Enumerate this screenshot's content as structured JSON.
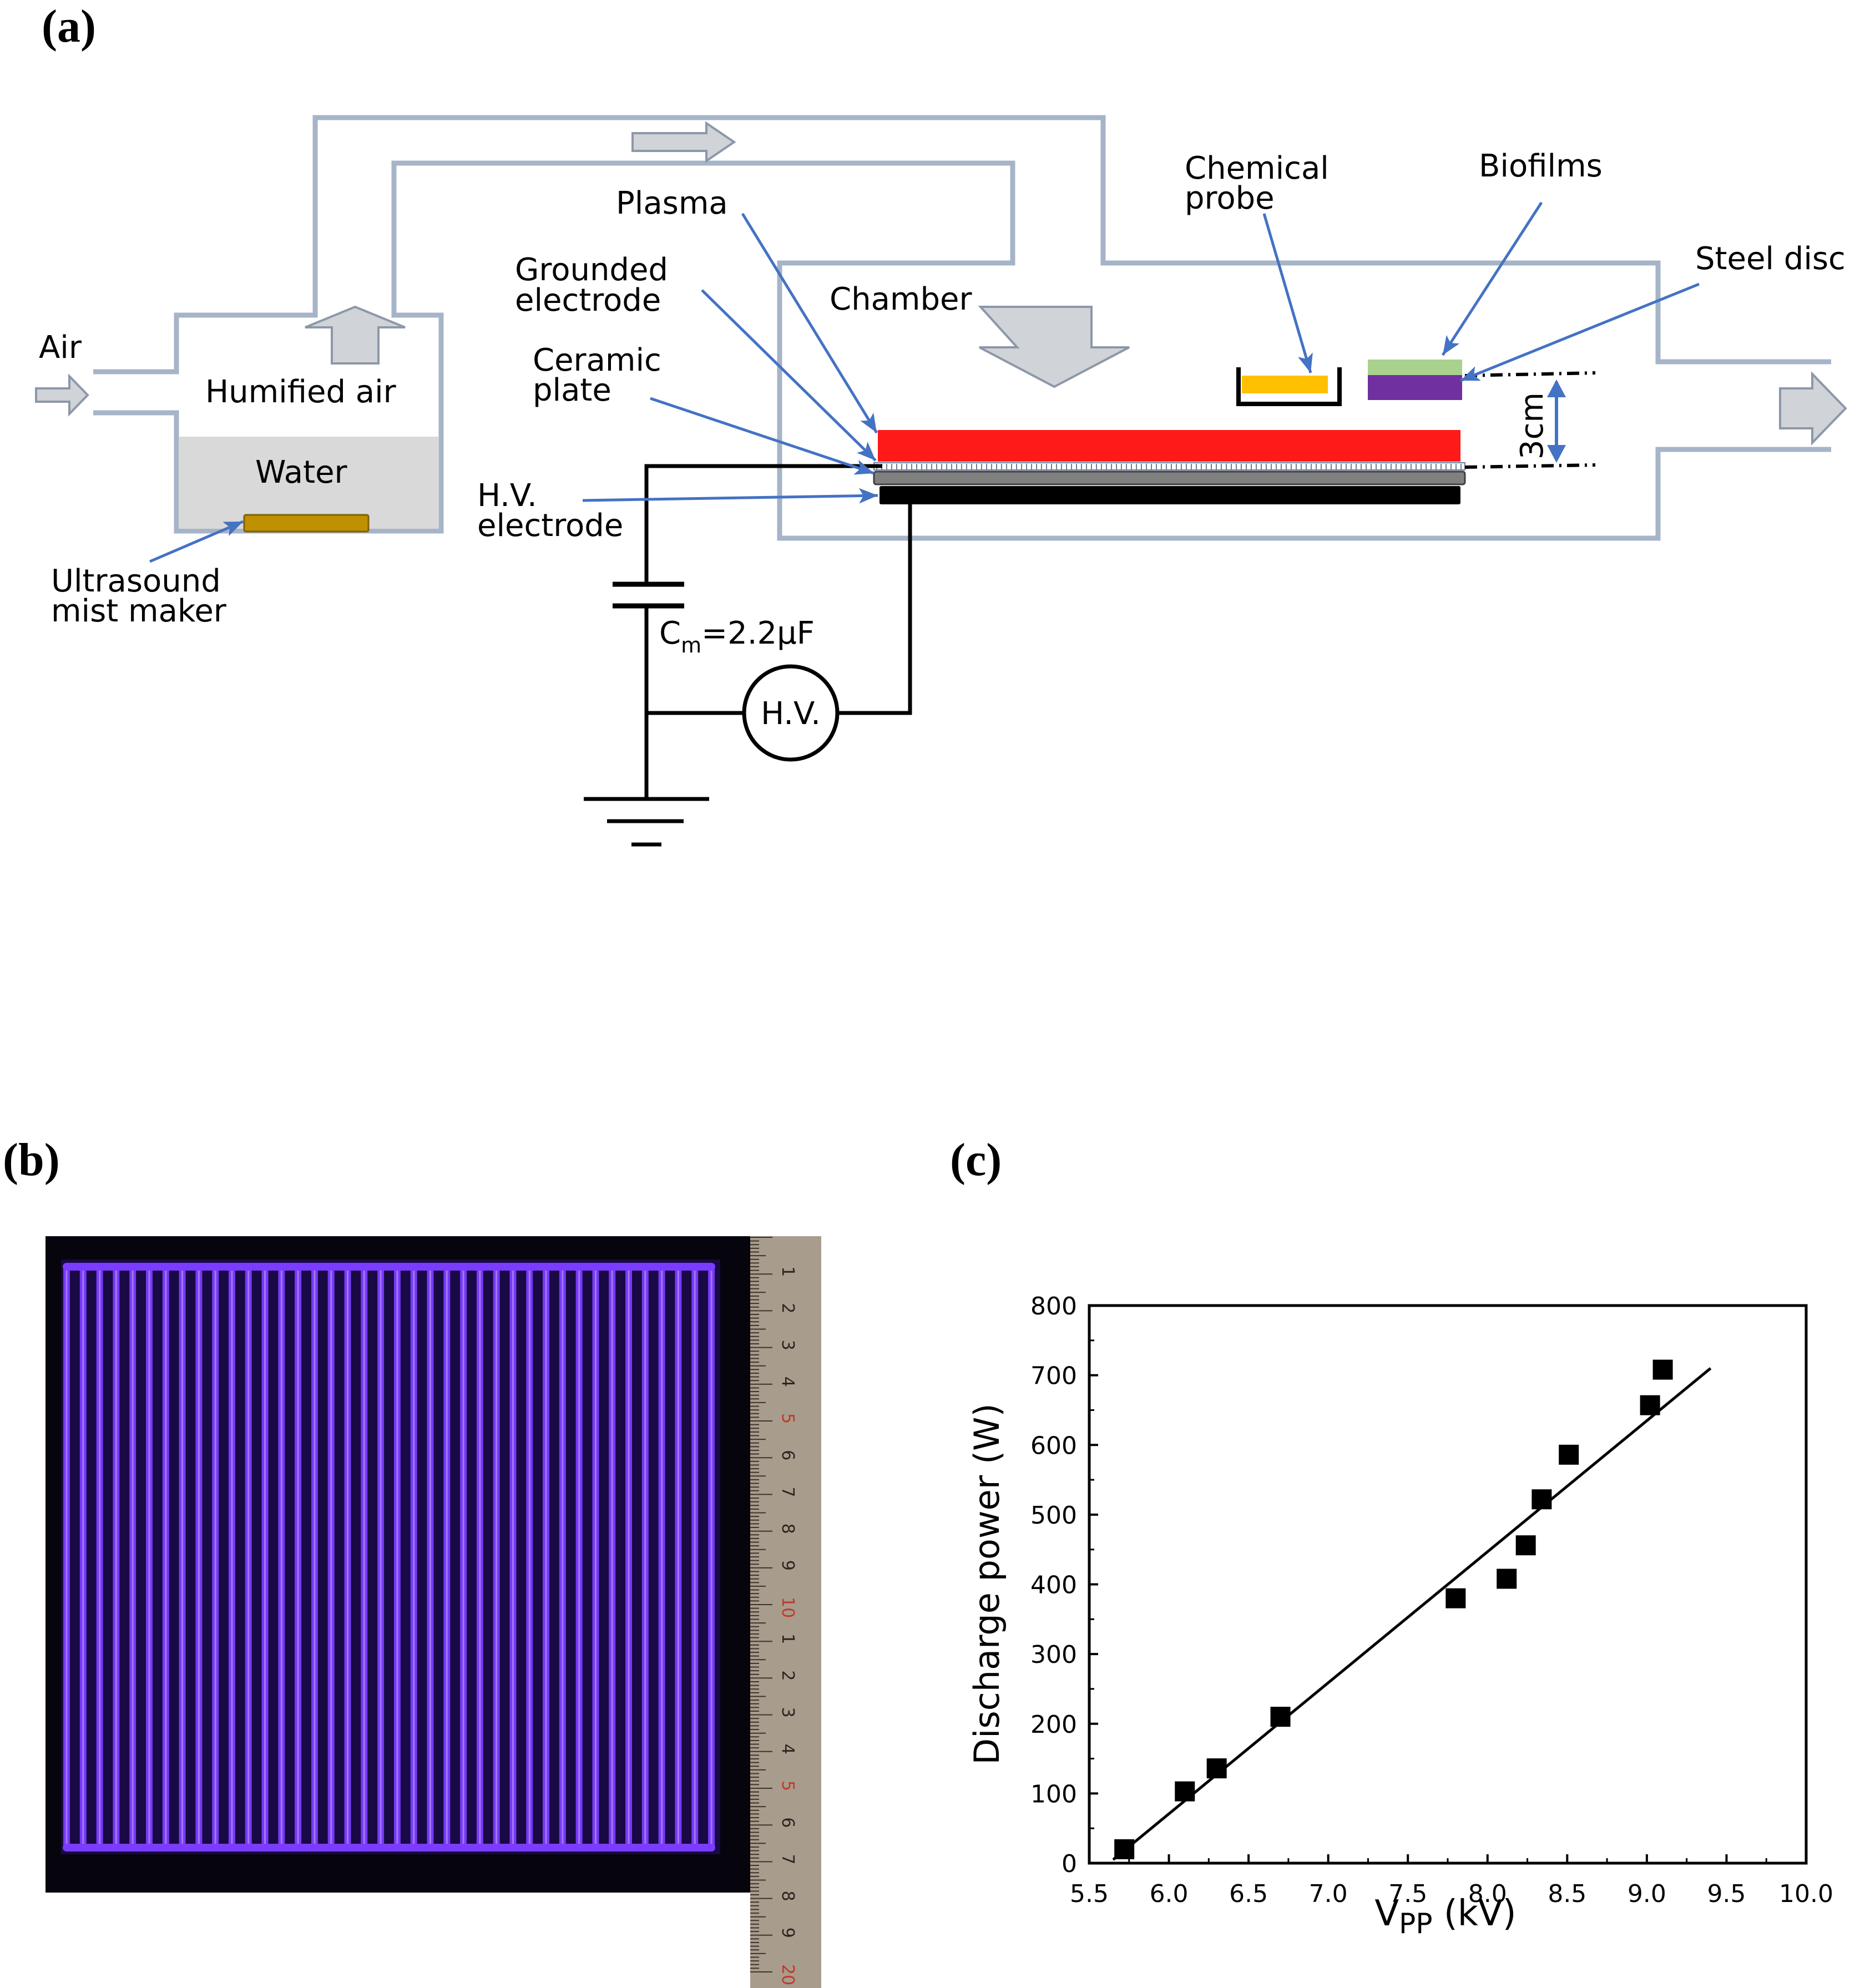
{
  "panels": {
    "a": "(a)",
    "b": "(b)",
    "c": "(c)"
  },
  "setup": {
    "air": "Air",
    "humified_air": "Humified air",
    "water": "Water",
    "mist_maker_line1": "Ultrasound",
    "mist_maker_line2": "mist maker",
    "plasma": "Plasma",
    "grounded_line1": "Grounded",
    "grounded_line2": "electrode",
    "ceramic_line1": "Ceramic",
    "ceramic_line2": "plate",
    "hv_electrode_line1": "H.V.",
    "hv_electrode_line2": "electrode",
    "chamber": "Chamber",
    "probe_line1": "Chemical",
    "probe_line2": "probe",
    "biofilms": "Biofilms",
    "steel_disc": "Steel disc",
    "gap": "3cm",
    "cap_prefix": "C",
    "cap_sub": "m",
    "cap_value": "=2.2μF",
    "hv_source": "H.V."
  },
  "photo": {
    "ruler_labels": [
      "1",
      "2",
      "3",
      "4",
      "5",
      "6",
      "7",
      "8",
      "9",
      "10",
      "1",
      "2",
      "3",
      "4",
      "5",
      "6",
      "7",
      "8",
      "9",
      "20"
    ],
    "ruler_highlight": [
      "5",
      "10",
      "5",
      "20"
    ]
  },
  "colors": {
    "plasma_red": "#ff1a1a",
    "probe_yellow": "#ffc000",
    "biofilm_green": "#a9d18e",
    "steel_purple": "#7030a0",
    "arrow_blue": "#4472c4",
    "pipe_gray": "#a6b4c8",
    "mist_maker": "#bf9000",
    "discharge_violet": "#7a3cff"
  },
  "chart_data": {
    "type": "scatter",
    "xlabel_main": "V",
    "xlabel_sub": "PP",
    "xlabel_unit": " (kV)",
    "ylabel": "Discharge power (W)",
    "xlim": [
      5.5,
      10.0
    ],
    "ylim": [
      0,
      800
    ],
    "x_ticks": [
      "5.5",
      "6.0",
      "6.5",
      "7.0",
      "7.5",
      "8.0",
      "8.5",
      "9.0",
      "9.5",
      "10.0"
    ],
    "y_ticks": [
      "0",
      "100",
      "200",
      "300",
      "400",
      "500",
      "600",
      "700",
      "800"
    ],
    "points": [
      {
        "x": 5.72,
        "y": 20
      },
      {
        "x": 6.1,
        "y": 103
      },
      {
        "x": 6.3,
        "y": 136
      },
      {
        "x": 6.7,
        "y": 210
      },
      {
        "x": 7.8,
        "y": 380
      },
      {
        "x": 8.12,
        "y": 408
      },
      {
        "x": 8.24,
        "y": 456
      },
      {
        "x": 8.34,
        "y": 522
      },
      {
        "x": 8.51,
        "y": 586
      },
      {
        "x": 9.02,
        "y": 657
      },
      {
        "x": 9.1,
        "y": 708
      }
    ],
    "fit_line": {
      "x": [
        5.65,
        9.4
      ],
      "y": [
        5,
        710
      ]
    },
    "grid": false
  }
}
